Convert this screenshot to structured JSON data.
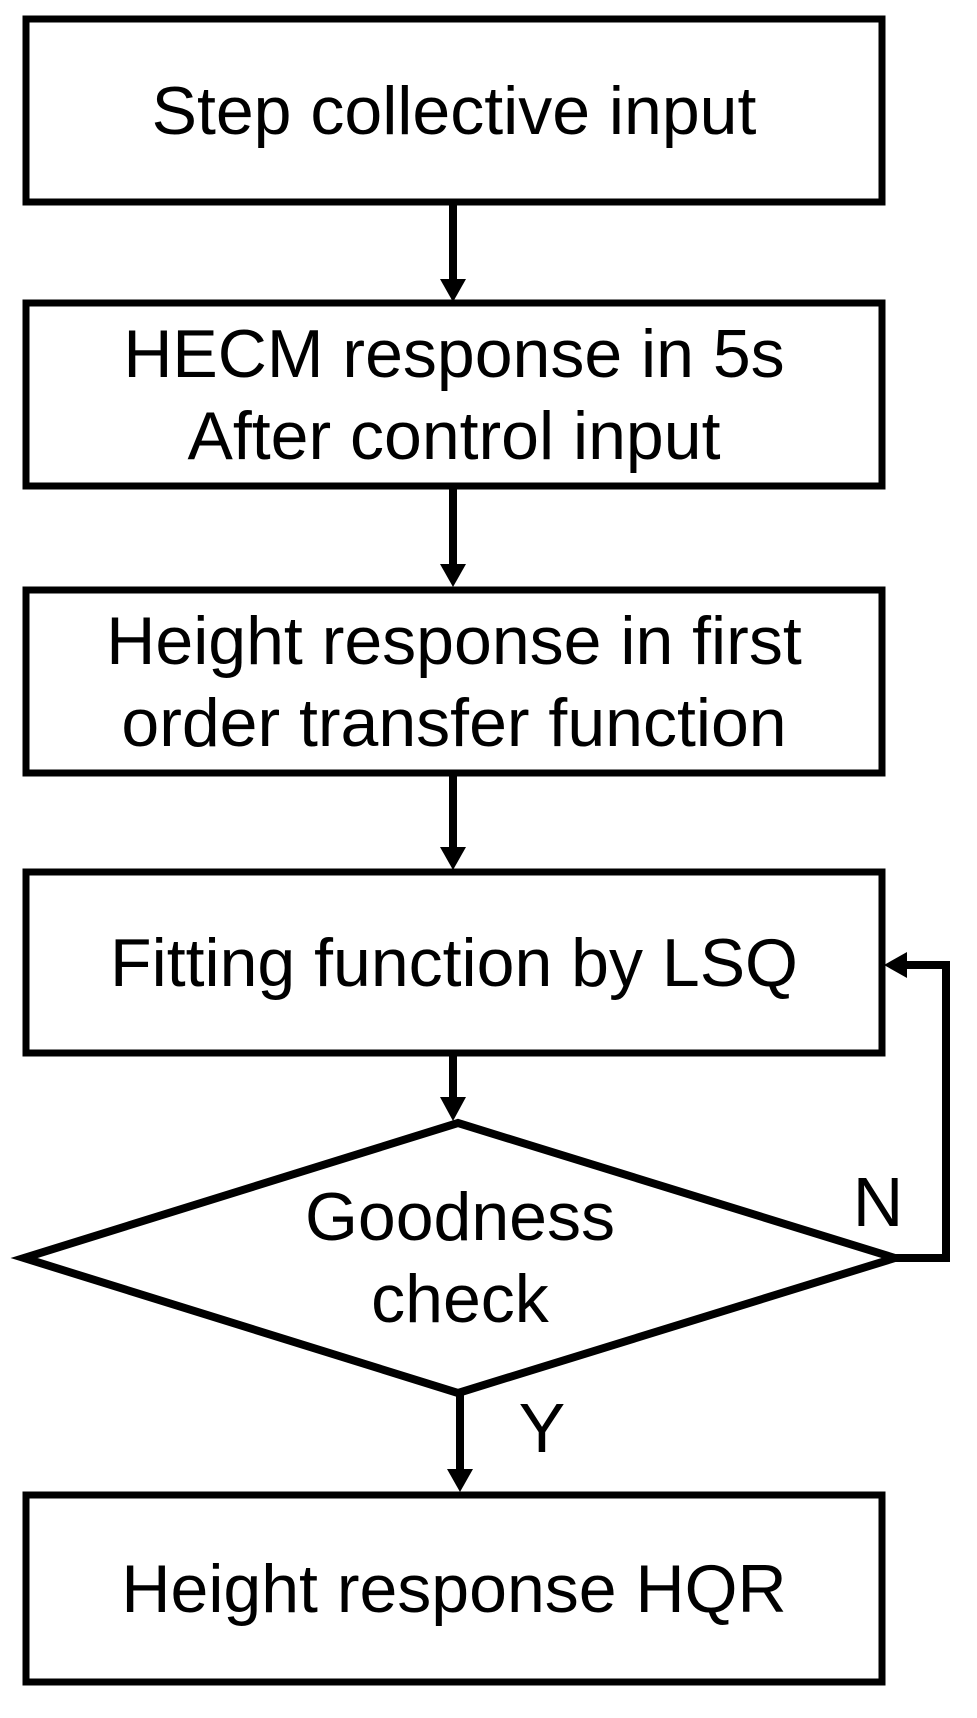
{
  "figure": {
    "type": "flowchart",
    "background_color": "#ffffff",
    "line_color": "#000000",
    "nodes": [
      {
        "name": "step-collective-input",
        "shape": "rect",
        "lines": [
          "Step collective input"
        ]
      },
      {
        "name": "hecm-response",
        "shape": "rect",
        "lines": [
          "HECM response in 5s",
          "After control input"
        ]
      },
      {
        "name": "height-response-first-order",
        "shape": "rect",
        "lines": [
          "Height response in first",
          "order transfer function"
        ]
      },
      {
        "name": "fitting-function-lsq",
        "shape": "rect",
        "lines": [
          "Fitting function by LSQ"
        ]
      },
      {
        "name": "goodness-check",
        "shape": "diamond",
        "lines": [
          "Goodness",
          "check"
        ]
      },
      {
        "name": "height-response-hqr",
        "shape": "rect",
        "lines": [
          "Height response HQR"
        ]
      }
    ],
    "edges": [
      {
        "from": "step-collective-input",
        "to": "hecm-response",
        "label": ""
      },
      {
        "from": "hecm-response",
        "to": "height-response-first-order",
        "label": ""
      },
      {
        "from": "height-response-first-order",
        "to": "fitting-function-lsq",
        "label": ""
      },
      {
        "from": "fitting-function-lsq",
        "to": "goodness-check",
        "label": ""
      },
      {
        "from": "goodness-check",
        "to": "height-response-hqr",
        "label": "Y"
      },
      {
        "from": "goodness-check",
        "to": "fitting-function-lsq",
        "label": "N"
      }
    ],
    "edge_labels": {
      "yes": "Y",
      "no": "N"
    }
  }
}
